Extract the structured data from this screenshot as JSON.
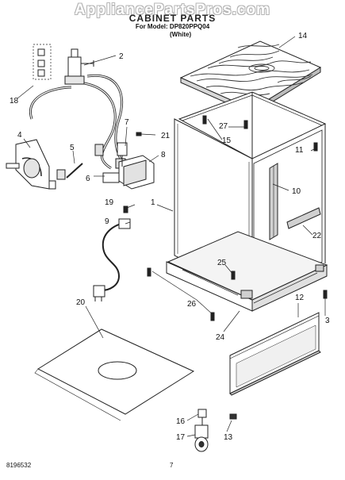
{
  "header": {
    "watermark": "AppliancePartsPros.com",
    "title": "CABINET PARTS",
    "for_model": "For Model: DP820PPQ04",
    "color_note": "(White)"
  },
  "footer": {
    "doc_number": "8196532",
    "page_number": "7"
  },
  "callouts": {
    "c1": "1",
    "c2": "2",
    "c3": "3",
    "c4": "4",
    "c5": "5",
    "c6": "6",
    "c7": "7",
    "c8": "8",
    "c9": "9",
    "c10": "10",
    "c11": "11",
    "c12": "12",
    "c13": "13",
    "c14": "14",
    "c15": "15",
    "c16": "16",
    "c17": "17",
    "c18": "18",
    "c19": "19",
    "c20": "20",
    "c21": "21",
    "c22": "22",
    "c24": "24",
    "c25": "25",
    "c26": "26",
    "c27": "27"
  }
}
